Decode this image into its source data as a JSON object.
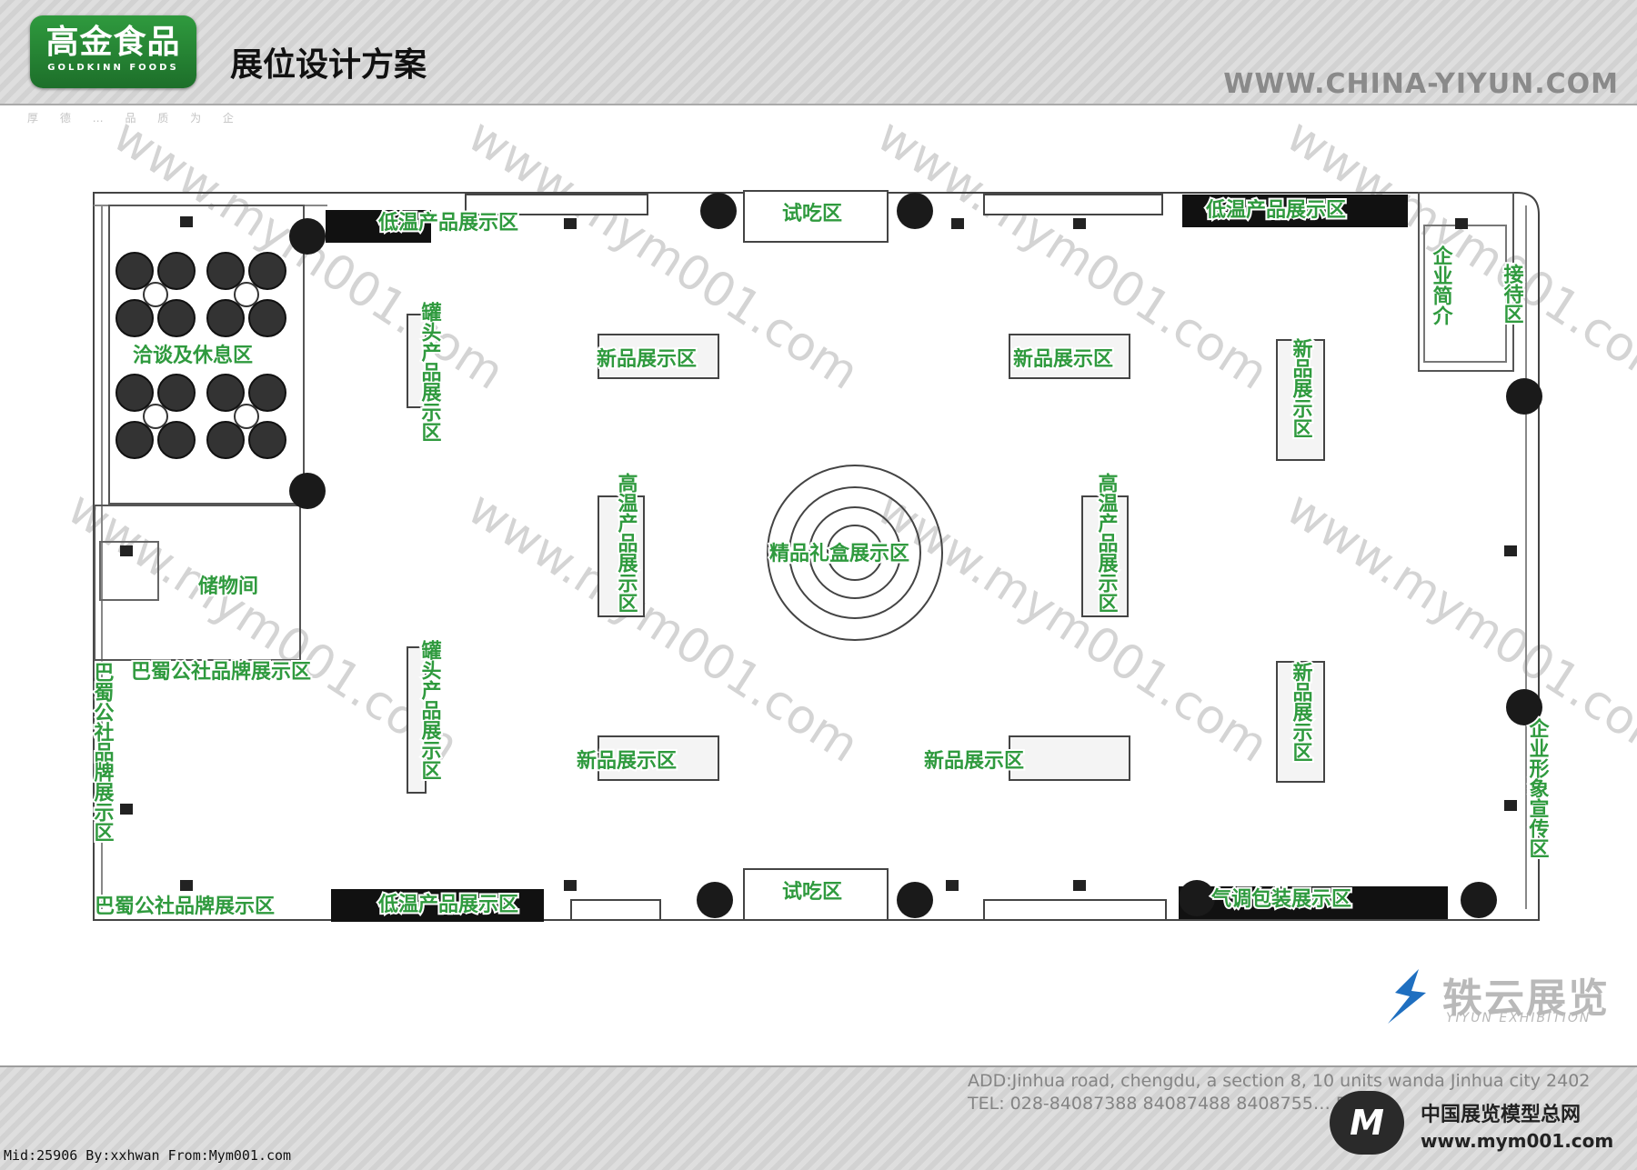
{
  "header": {
    "logo_cn": "高金食品",
    "logo_en": "GOLDKINN FOODS",
    "slogan": "厚 德 … 品 质 为 企",
    "title": "展位设计方案",
    "website": "WWW.CHINA-YIYUN.COM"
  },
  "watermark": "www.mym001.com",
  "zones": {
    "lowtemp_top_left": "低温产品展示区",
    "tasting_top": "试吃区",
    "lowtemp_top_right": "低温产品展示区",
    "company_intro": "企业简介",
    "reception": "接待区",
    "lounge": "洽谈及休息区",
    "storage": "储物间",
    "canned_upper": "罐头产品展示区",
    "canned_lower": "罐头产品展示区",
    "new_top_left": "新品展示区",
    "new_top_right": "新品展示区",
    "new_right_upper": "新品展示区",
    "new_right_lower": "新品展示区",
    "new_bottom_left": "新品展示区",
    "new_bottom_right": "新品展示区",
    "hightemp_left": "高温产品展示区",
    "hightemp_right": "高温产品展示区",
    "giftbox": "精品礼盒展示区",
    "bashu_left_h": "巴蜀公社品牌展示区",
    "bashu_left_v": "巴蜀公社品牌展示区",
    "bashu_bottom": "巴蜀公社品牌展示区",
    "lowtemp_bottom": "低温产品展示区",
    "tasting_bottom": "试吃区",
    "modified_pack": "气调包装展示区",
    "corporate_image": "企业形象宣传区"
  },
  "footer": {
    "address": "ADD:Jinhua road, chengdu, a section 8, 10 units wanda Jinhua city 2402",
    "tel": "TEL: 028-84087388  84087488  8408755…  FA…",
    "yiyun_cn": "轶云展览",
    "yiyun_en": "YIYUN EXHIBITION",
    "mym_logo": "M",
    "mym_name": "中国展览模型总网",
    "mym_url": "www.mym001.com",
    "credit": "Mid:25906 By:xxhwan From:Mym001.com"
  }
}
